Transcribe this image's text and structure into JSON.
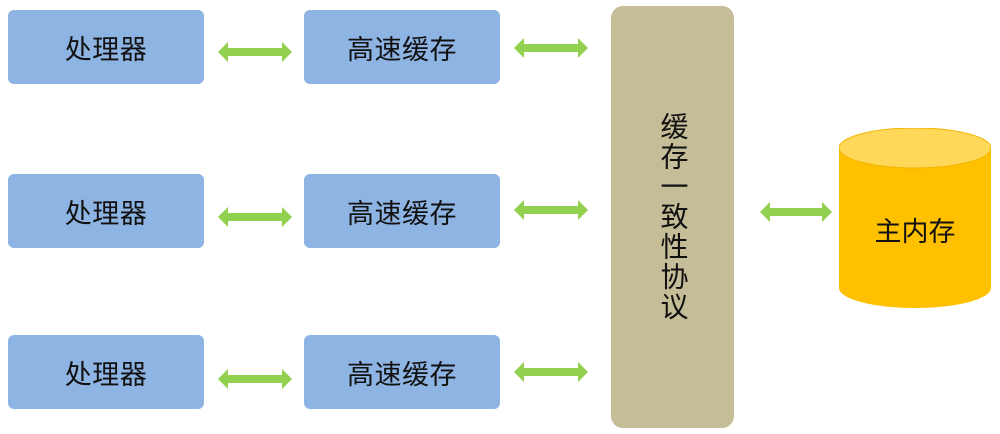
{
  "processors": [
    {
      "label": "处理器"
    },
    {
      "label": "处理器"
    },
    {
      "label": "处理器"
    }
  ],
  "caches": [
    {
      "label": "高速缓存"
    },
    {
      "label": "高速缓存"
    },
    {
      "label": "高速缓存"
    }
  ],
  "protocol": {
    "label": "缓存一致性协议"
  },
  "memory": {
    "label": "主内存"
  },
  "colors": {
    "processor_fill": "#8eb4e3",
    "cache_fill": "#8eb4e3",
    "protocol_fill": "#c4bd97",
    "memory_fill": "#ffc000",
    "memory_top": "#ffd85a",
    "arrow": "#92d050"
  }
}
